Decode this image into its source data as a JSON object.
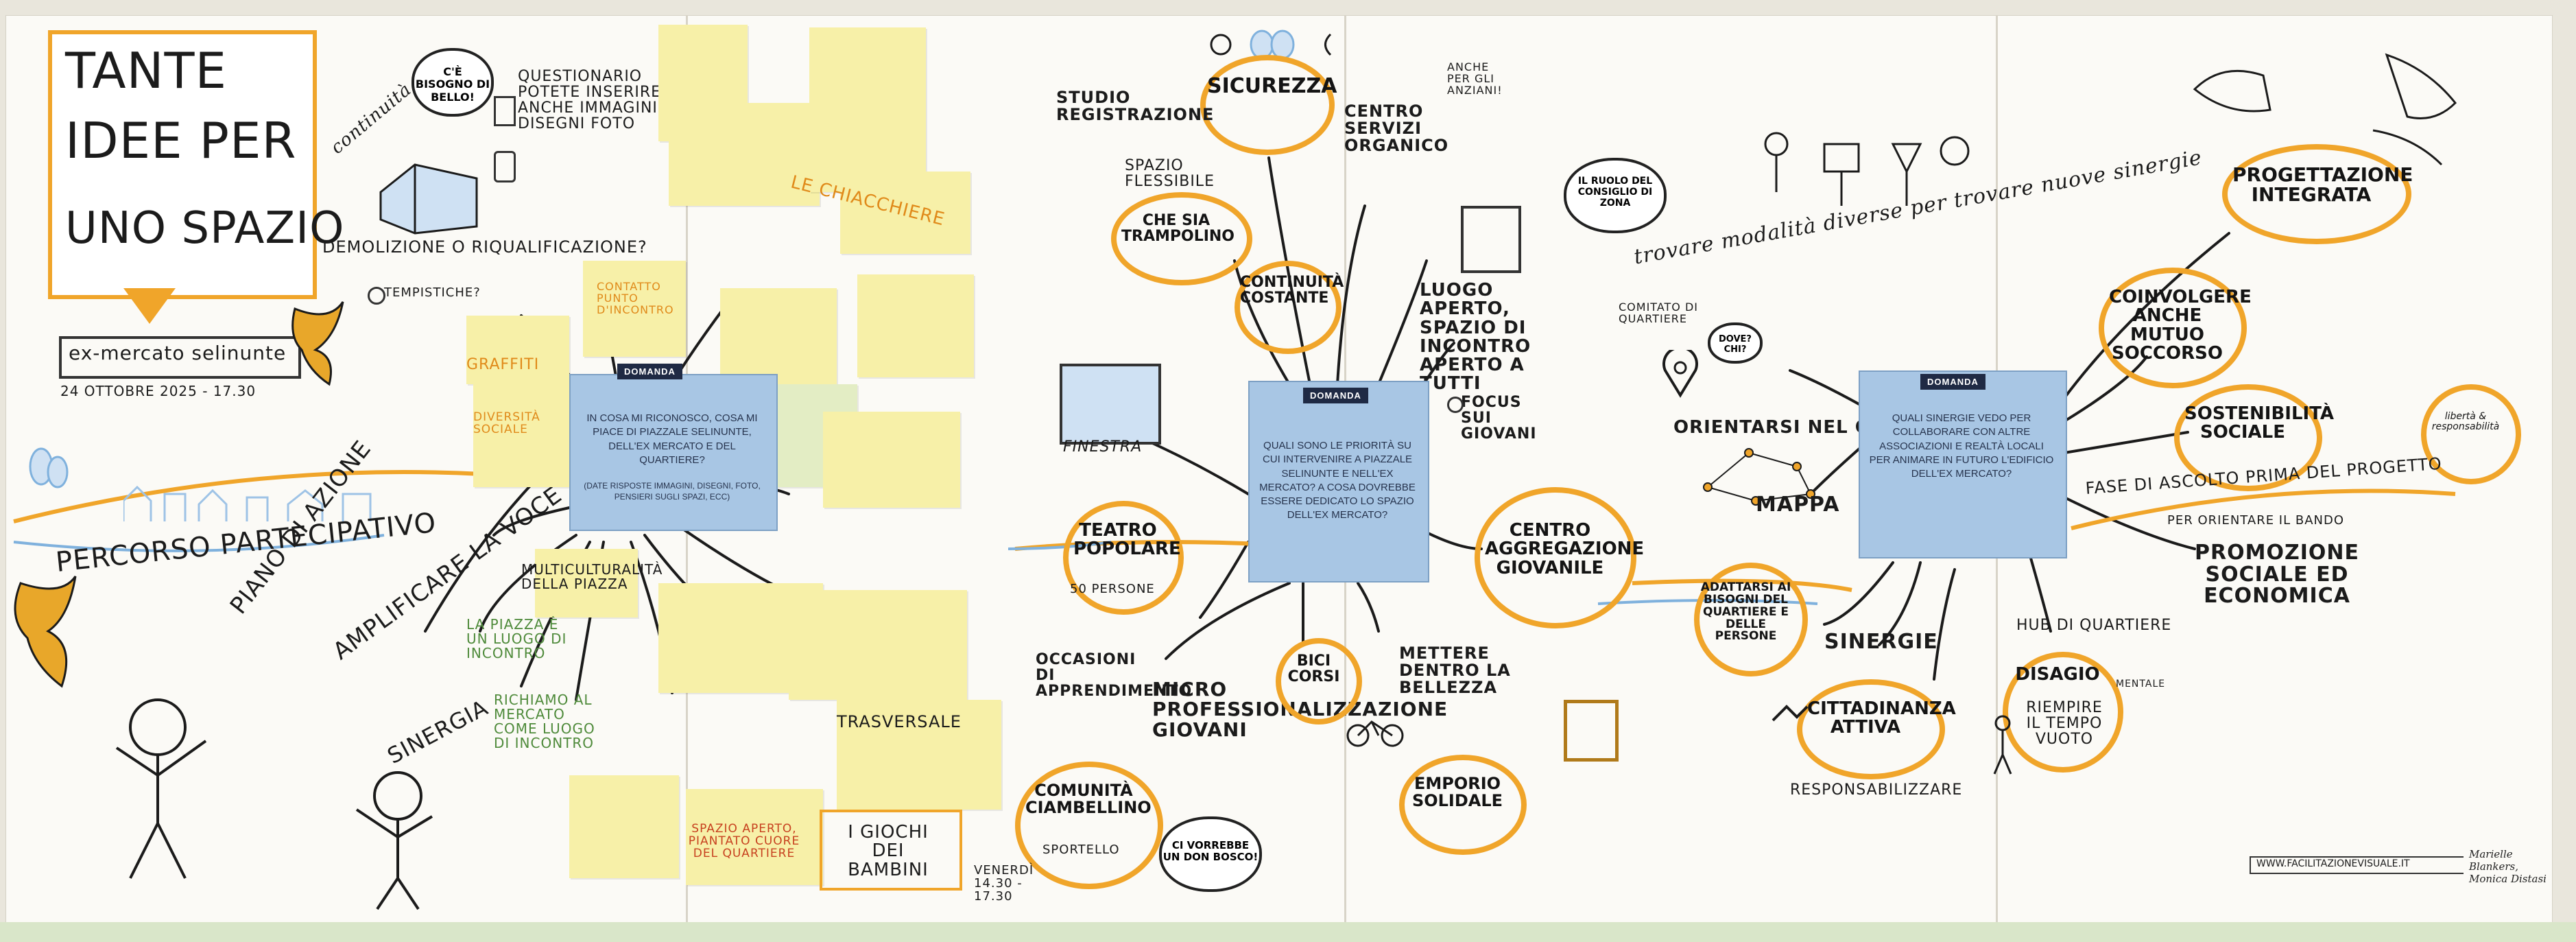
{
  "title": {
    "line1": "TANTE",
    "line2": "IDEE PER",
    "line3": "UNO SPAZIO",
    "place": "ex-mercato selinunte",
    "date": "24 OTTOBRE 2025 - 17.30"
  },
  "intro": {
    "continuita": "continuità",
    "bisogno": "C'È BISOGNO DI BELLO!",
    "questionario": "QUESTIONARIO potete inserire anche IMMAGINI DISEGNI FOTO",
    "demolizione": "DEMOLIZIONE o RIQUALIFICAZIONE?",
    "tempistiche": "TEMPISTICHE?"
  },
  "left": {
    "percorso": "PERCORSO PARTECIPATIVO",
    "piano": "PIANO DI AZIONE",
    "amplificare": "AMPLIFICARE LA VOCE",
    "sinergia": "SINERGIA"
  },
  "questions": {
    "tag": "DOMANDA",
    "q1": "IN COSA MI RICONOSCO, COSA MI PIACE DI PIAZZALE SELINUNTE, DELL'EX MERCATO E DEL QUARTIERE?",
    "q1_sub": "(DATE RISPOSTE IMMAGINI, DISEGNI, FOTO, PENSIERI SUGLI SPAZI, ECC)",
    "q2": "QUALI SONO LE PRIORITÀ SU CUI INTERVENIRE A PIAZZALE SELINUNTE E NELL'EX MERCATO? A COSA DOVREBBE ESSERE DEDICATO LO SPAZIO DELL'EX MERCATO?",
    "q3": "QUALI SINERGIE VEDO PER COLLABORARE CON ALTRE ASSOCIAZIONI E REALTÀ LOCALI PER ANIMARE IN FUTURO L'EDIFICIO DELL'EX MERCATO?"
  },
  "cluster1": {
    "chiacchiere": "LE CHIACCHIERE",
    "multiculturalita": "MULTICULTURALITÀ DELLA PIAZZA",
    "piazza_incontro": "LA PIAZZA È UN LUOGO DI INCONTRO",
    "richiamo": "RICHIAMO AL MERCATO COME LUOGO DI INCONTRO",
    "trasversale": "TRASVERSALE",
    "giochi": "I GIOCHI DEI BAMBINI",
    "cuore": "SPAZIO APERTO, PIANTATO CUORE DEL QUARTIERE",
    "graffiti": "GRAFFITI",
    "punto_incontro": "CONTATTO PUNTO D'INCONTRO",
    "diversita": "DIVERSITÀ SOCIALE"
  },
  "cluster2": {
    "sicurezza": "SICUREZZA",
    "studio": "STUDIO REGISTRAZIONE",
    "spazio_flessibile": "SPAZIO FLESSIBILE",
    "trampolino": "CHE SIA TRAMPOLINO",
    "continuita": "CONTINUITÀ COSTANTE",
    "centro_servizi": "CENTRO SERVIZI ORGANICO",
    "anziani": "ANCHE PER GLI ANZIANI!",
    "luogo_aperto": "LUOGO APERTO, SPAZIO DI INCONTRO APERTO A TUTTI",
    "focus": "FOCUS SUI GIOVANI",
    "finestra": "FINESTRA",
    "teatro": "TEATRO POPOLARE",
    "teatro_sub": "50 PERSONE",
    "centro_aggregazione": "CENTRO AGGREGAZIONE GIOVANILE",
    "occasioni": "OCCASIONI DI APPRENDIMENTO",
    "micro": "MICRO PROFESSIONALIZZAZIONE GIOVANI",
    "bici": "BICI CORSI",
    "bellezza": "METTERE DENTRO LA BELLEZZA",
    "comunita": "COMUNITÀ CIAMBELLINO",
    "sportello": "SPORTELLO",
    "venerdi": "VENERDÌ 14.30 - 17.30",
    "don_bosco": "CI VORREBBE UN DON BOSCO!",
    "emporio": "EMPORIO SOLIDALE"
  },
  "cluster3": {
    "consiglio": "IL RUOLO DEL CONSIGLIO DI ZONA",
    "modalita": "trovare modalità diverse per trovare nuove sinergie",
    "comitato": "COMITATO DI QUARTIERE",
    "dove": "DOVE? CHI?",
    "orientarsi": "ORIENTARSI NEL QUARTIERE",
    "mappa": "MAPPA",
    "progettazione": "PROGETTAZIONE INTEGRATA",
    "coinvolgere": "COINVOLGERE anche MUTUO SOCCORSO",
    "sostenibilita": "SOSTENIBILITÀ SOCIALE",
    "liberta": "libertà & responsabilità",
    "fase_ascolto": "FASE DI ASCOLTO PRIMA DEL PROGETTO",
    "bando": "PER ORIENTARE IL BANDO",
    "promozione": "PROMOZIONE SOCIALE ed ECONOMICA",
    "adattarsi": "ADATTARSI AI BISOGNI DEL QUARTIERE E DELLE PERSONE",
    "sinergie": "SINERGIE",
    "cittadinanza": "CITTADINANZA ATTIVA",
    "responsabilizzare": "RESPONSABILIZZARE",
    "hub": "HUB DI QUARTIERE",
    "disagio": "DISAGIO",
    "riempire": "RIEMPIRE IL TEMPO VUOTO",
    "mentale": "MENTALE"
  },
  "credit": {
    "url": "WWW.FACILITAZIONEVISUALE.IT",
    "authors": "Marielle Blankers, Monica Distasi"
  },
  "colors": {
    "accent": "#f0a52a",
    "blue": "#a8c6e4",
    "postit": "#f7f0a8",
    "ink": "#1b1b1b"
  }
}
